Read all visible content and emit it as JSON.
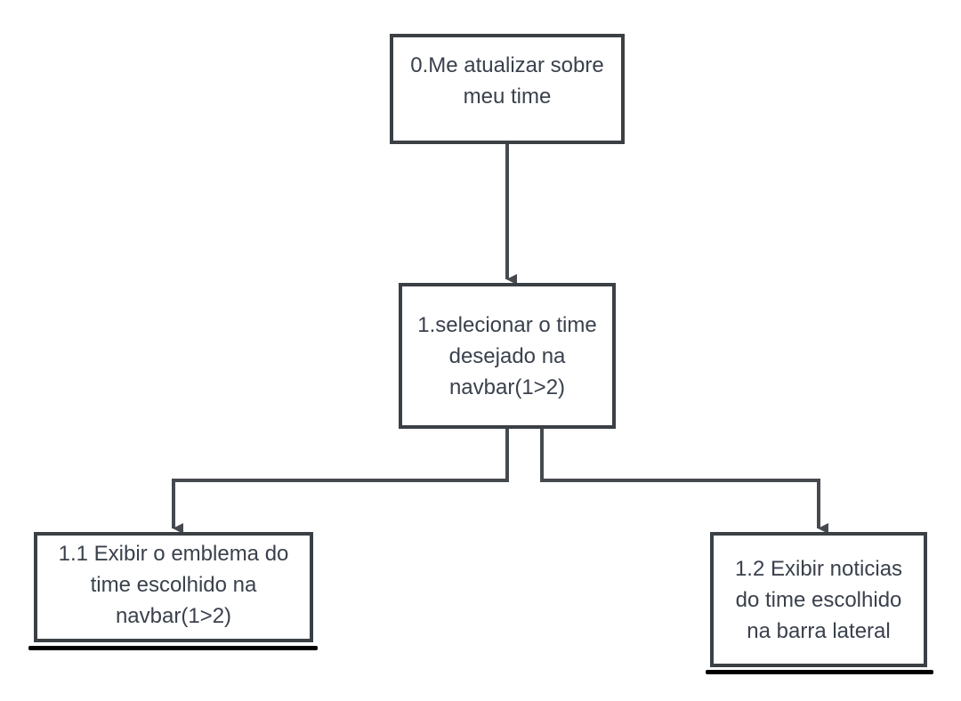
{
  "colors": {
    "node_border": "#3b4045",
    "connector": "#464a4f",
    "text": "#3a414c",
    "underline": "#000000",
    "background": "#ffffff"
  },
  "nodes": {
    "root": "0.Me atualizar sobre\nmeu time",
    "step1": "1.selecionar o time\ndesejado na\nnavbar(1>2)",
    "step1_1": "1.1 Exibir o emblema do\ntime escolhido na\nnavbar(1>2)",
    "step1_2": "1.2 Exibir noticias\ndo time escolhido\nna barra lateral"
  }
}
